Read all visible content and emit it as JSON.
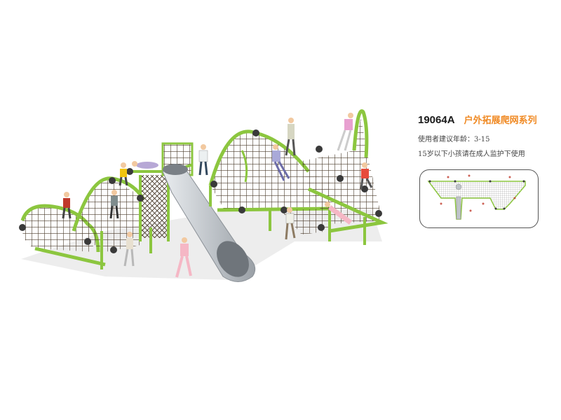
{
  "product": {
    "model": "19064A",
    "series": "户外拓展爬网系列",
    "age_line": "使用者建议年龄：3-15",
    "supervision_line": "15岁以下小孩请在成人监护下使用"
  },
  "colors": {
    "frame": "#8cc63f",
    "frame_dark": "#5f9a22",
    "net": "#4a3b2b",
    "ball": "#3a3a3a",
    "slide": "#c8ccd0",
    "series_text": "#f08a24"
  }
}
